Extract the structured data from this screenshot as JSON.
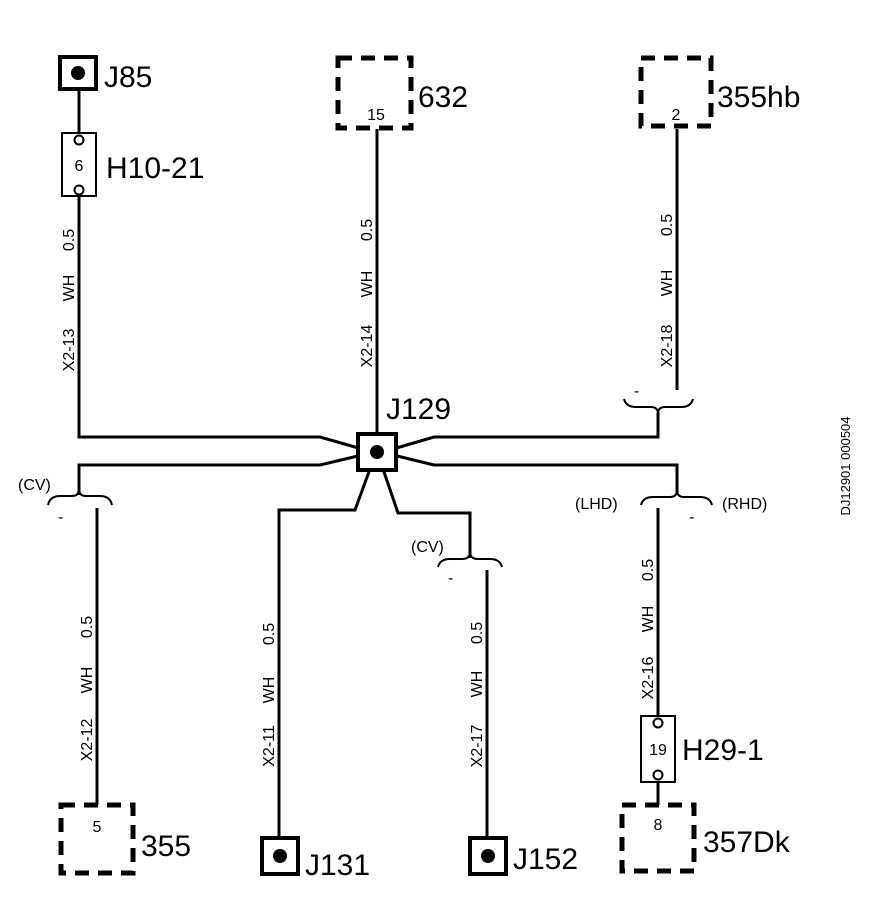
{
  "components": {
    "J85": "J85",
    "H10_21": "H10-21",
    "c632": "632",
    "c355hb": "355hb",
    "J129": "J129",
    "c355": "355",
    "J131": "J131",
    "J152": "J152",
    "H29_1": "H29-1",
    "c357Dk": "357Dk"
  },
  "pins": {
    "h10": "6",
    "c632": "15",
    "c355hb": "2",
    "c355": "5",
    "h29": "19",
    "c357Dk": "8"
  },
  "wires": {
    "w13": {
      "size": "0.5",
      "color": "WH",
      "id": "X2-13"
    },
    "w14": {
      "size": "0.5",
      "color": "WH",
      "id": "X2-14"
    },
    "w18": {
      "size": "0.5",
      "color": "WH",
      "id": "X2-18"
    },
    "w12": {
      "size": "0.5",
      "color": "WH",
      "id": "X2-12"
    },
    "w11": {
      "size": "0.5",
      "color": "WH",
      "id": "X2-11"
    },
    "w17": {
      "size": "0.5",
      "color": "WH",
      "id": "X2-17"
    },
    "w16": {
      "size": "0.5",
      "color": "WH",
      "id": "X2-16"
    }
  },
  "options": {
    "cv_left": "(CV)",
    "cv_mid": "(CV)",
    "lhd": "(LHD)",
    "rhd": "(RHD)",
    "dash": "-"
  },
  "doc_id": "DJ12901 000504"
}
